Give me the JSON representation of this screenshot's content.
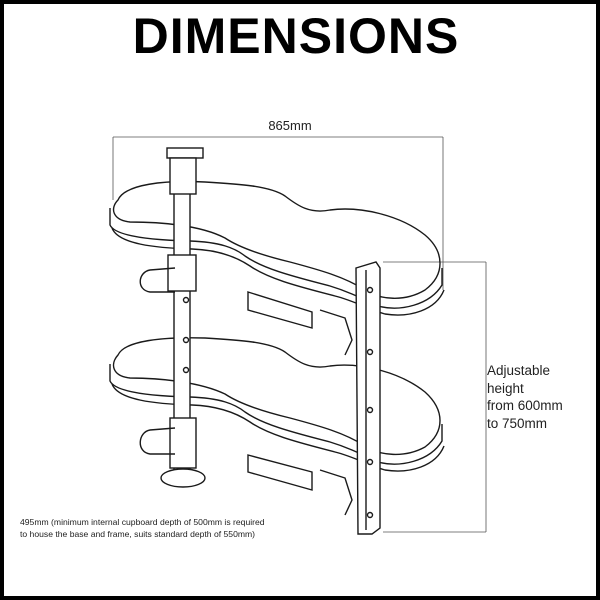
{
  "title": "DIMENSIONS",
  "width_label": "865mm",
  "height_note": [
    "Adjustable",
    "height",
    "from 600mm",
    "to 750mm"
  ],
  "depth_note": [
    "495mm (minimum internal cupboard depth of 500mm is required",
    "to house the base and frame, suits standard depth of 550mm)"
  ],
  "colors": {
    "line": "#1a1a1a",
    "frame": "#000000",
    "background": "#ffffff"
  }
}
